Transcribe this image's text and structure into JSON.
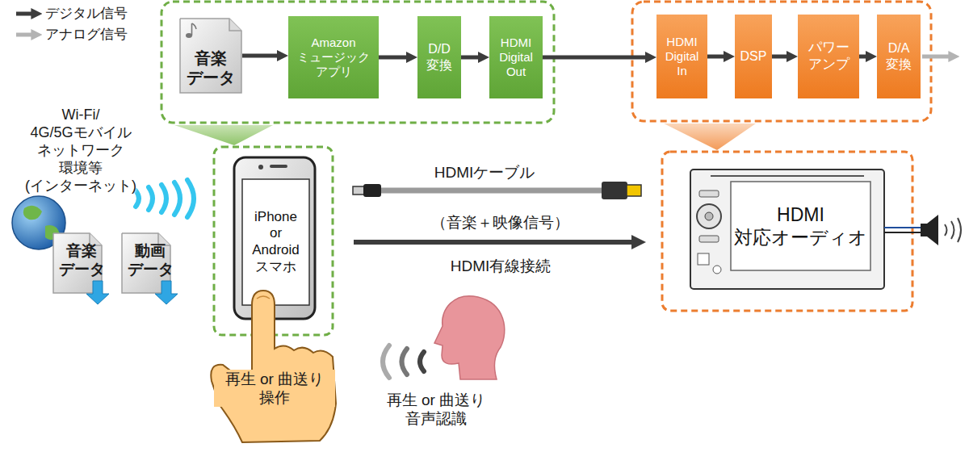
{
  "diagram": {
    "nodes": [
      {
        "text": [
          "音楽 データ"
        ]
      },
      {
        "text": [
          "Amazon ミュージック アプリ"
        ]
      },
      {
        "text": [
          "D/D 変換"
        ]
      },
      {
        "text": [
          "HDMI Digital Out"
        ]
      },
      {
        "text": [
          "HDMI Digital In"
        ]
      },
      {
        "text": [
          "DSP"
        ]
      },
      {
        "text": [
          "パワー アンプ"
        ]
      },
      {
        "text": [
          "D/A 変換"
        ]
      },
      {
        "text": [
          "音楽 データ"
        ]
      },
      {
        "text": [
          "動画 データ"
        ]
      },
      {
        "text": [
          "iPhone or Android スマホ"
        ]
      },
      {
        "text": [
          "HDMI 対応オーディオ"
        ]
      }
    ],
    "edges": [
      {
        "from": 0,
        "to": 1,
        "arrow": "to"
      },
      {
        "from": 1,
        "to": 2,
        "arrow": "to"
      },
      {
        "from": 2,
        "to": 3,
        "arrow": "to"
      },
      {
        "from": 3,
        "to": 4,
        "arrow": "to"
      },
      {
        "from": 4,
        "to": 5,
        "arrow": "to"
      },
      {
        "from": 5,
        "to": 6,
        "arrow": "to"
      },
      {
        "from": 6,
        "to": 7,
        "arrow": "to"
      },
      {
        "from": 10,
        "to": 11,
        "arrow": "to",
        "label": "（音楽＋映像信号）"
      }
    ],
    "labels": [
      "Wi-Fi/ 4G/5Gモバイル ネットワーク 環境等 (インターネット)",
      "HDMIケーブル",
      "HDMI有線接続",
      "再生 or 曲送り 操作",
      "再生 or 曲送り 音声認識"
    ],
    "legend": [
      {
        "text": "デジタル信号"
      },
      {
        "text": "アナログ信号"
      }
    ]
  }
}
